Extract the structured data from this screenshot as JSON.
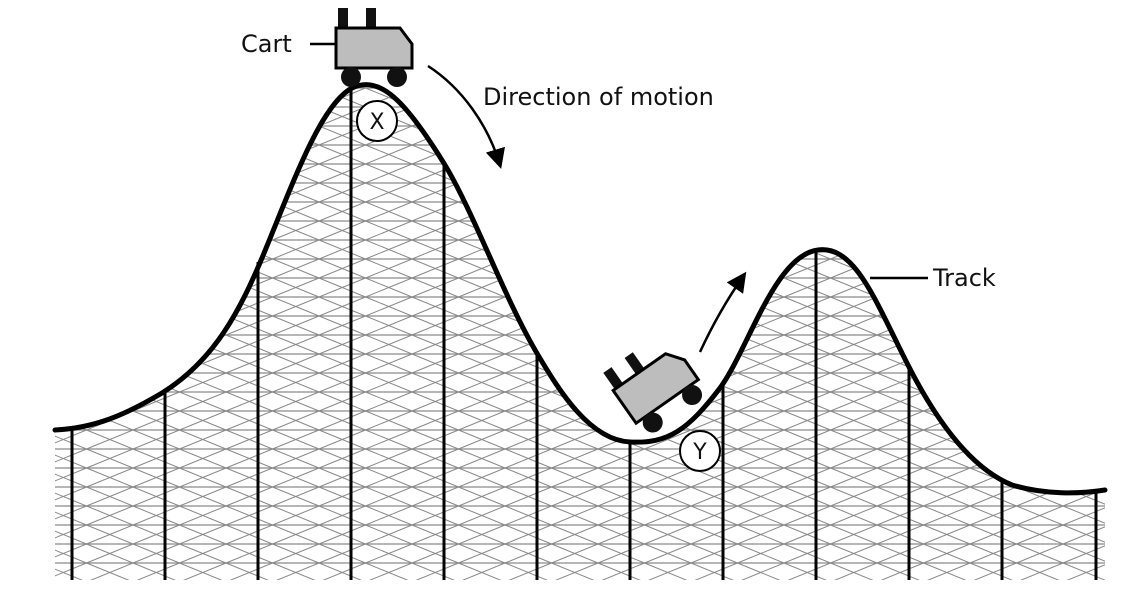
{
  "labels": {
    "cart": "Cart",
    "direction": "Direction of motion",
    "track": "Track",
    "point_x": "X",
    "point_y": "Y"
  },
  "colors": {
    "track": "#000000",
    "truss": "#8a8a8a",
    "cart_body": "#bdbdbd",
    "wheel": "#111111"
  }
}
